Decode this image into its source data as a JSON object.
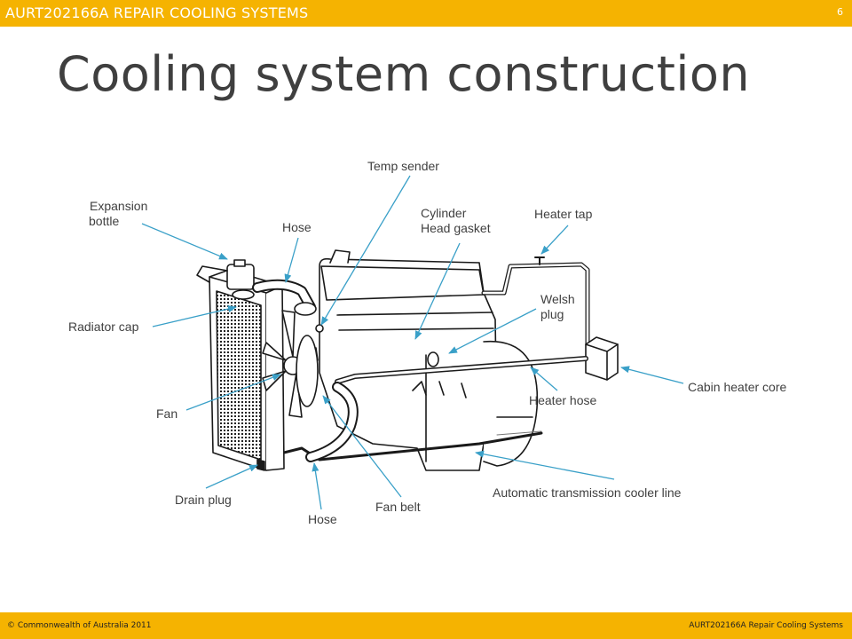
{
  "header": {
    "course": "AURT202166A REPAIR COOLING SYSTEMS",
    "page_number": "6"
  },
  "slide": {
    "title": "Cooling system construction"
  },
  "labels": {
    "expansion_bottle_1": "Expansion",
    "expansion_bottle_2": "bottle",
    "hose_top": "Hose",
    "temp_sender": "Temp sender",
    "cylinder_head_1": "Cylinder",
    "cylinder_head_2": "Head gasket",
    "heater_tap": "Heater tap",
    "welsh_plug_1": "Welsh",
    "welsh_plug_2": "plug",
    "radiator_cap": "Radiator cap",
    "cabin_heater_core": "Cabin heater core",
    "heater_hose": "Heater hose",
    "fan": "Fan",
    "drain_plug": "Drain plug",
    "hose_bottom": "Hose",
    "fan_belt": "Fan belt",
    "auto_trans_cooler": "Automatic transmission cooler line"
  },
  "footer": {
    "left": "© Commonwealth of Australia 2011",
    "right": "AURT202166A Repair Cooling Systems"
  },
  "colors": {
    "accent": "#f5b301",
    "arrow": "#3aa0c8",
    "title": "#3f3f3f"
  }
}
